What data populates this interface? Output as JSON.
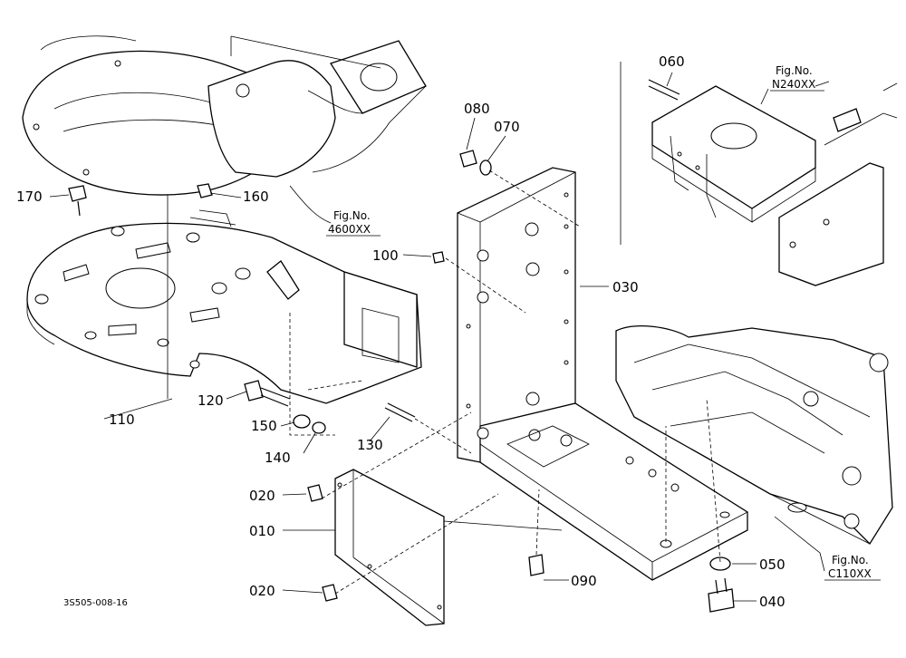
{
  "parts": [
    {
      "id": "p170",
      "label": "170"
    },
    {
      "id": "p160",
      "label": "160"
    },
    {
      "id": "p110",
      "label": "110"
    },
    {
      "id": "p120",
      "label": "120"
    },
    {
      "id": "p150",
      "label": "150"
    },
    {
      "id": "p140",
      "label": "140"
    },
    {
      "id": "p130",
      "label": "130"
    },
    {
      "id": "p100",
      "label": "100"
    },
    {
      "id": "p080",
      "label": "080"
    },
    {
      "id": "p070",
      "label": "070"
    },
    {
      "id": "p060",
      "label": "060"
    },
    {
      "id": "p030",
      "label": "030"
    },
    {
      "id": "p020a",
      "label": "020"
    },
    {
      "id": "p010",
      "label": "010"
    },
    {
      "id": "p020b",
      "label": "020"
    },
    {
      "id": "p090",
      "label": "090"
    },
    {
      "id": "p050",
      "label": "050"
    },
    {
      "id": "p040",
      "label": "040"
    }
  ],
  "figure_refs": [
    {
      "id": "ref-4600",
      "title": "Fig.No.",
      "number": "4600XX"
    },
    {
      "id": "ref-n240",
      "title": "Fig.No.",
      "number": "N240XX"
    },
    {
      "id": "ref-c110",
      "title": "Fig.No.",
      "number": "C110XX"
    }
  ],
  "drawing_code": "3S505-008-16"
}
